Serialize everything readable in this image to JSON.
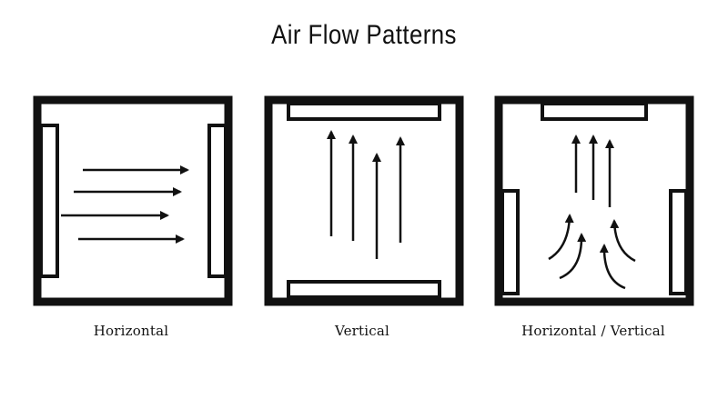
{
  "title": "Air Flow Patterns",
  "panels": [
    {
      "caption": "Horizontal"
    },
    {
      "caption": "Vertical"
    },
    {
      "caption": "Horizontal / Vertical"
    }
  ]
}
